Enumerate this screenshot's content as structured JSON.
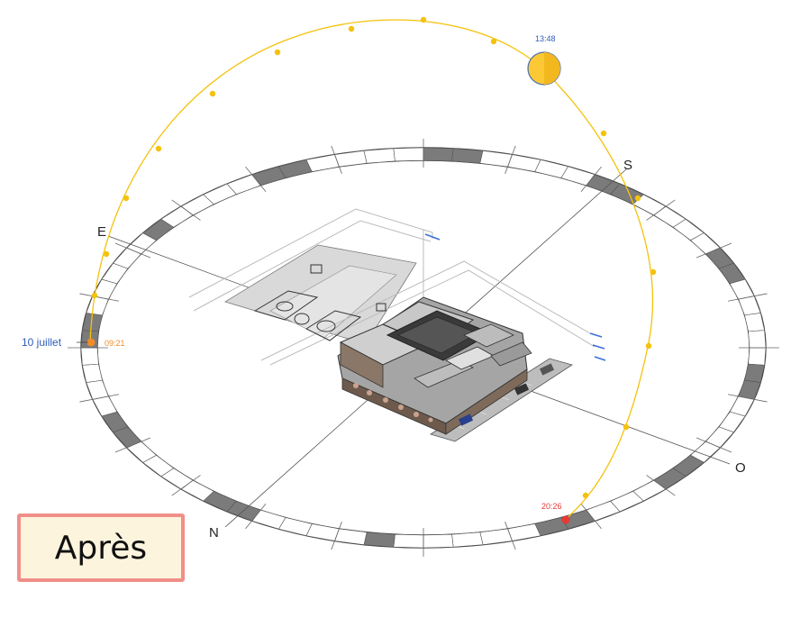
{
  "compass": {
    "east": "E",
    "south": "S",
    "west": "O",
    "north": "N"
  },
  "sun": {
    "date_label": "10 juillet",
    "sunrise_time": "09:21",
    "current_time": "13:48",
    "sunset_time": "20:26"
  },
  "badge": {
    "label": "Après"
  },
  "colors": {
    "sun_path": "#f4c20d",
    "sun_fill": "#fcc934",
    "sunrise": "#f28c28",
    "sunset": "#e53935",
    "date_text": "#2f5db8",
    "ring_dark": "#7b7b7b",
    "badge_border": "#f08f88",
    "badge_fill": "#fdf4de"
  },
  "icons": {
    "sun": "sun-icon"
  }
}
